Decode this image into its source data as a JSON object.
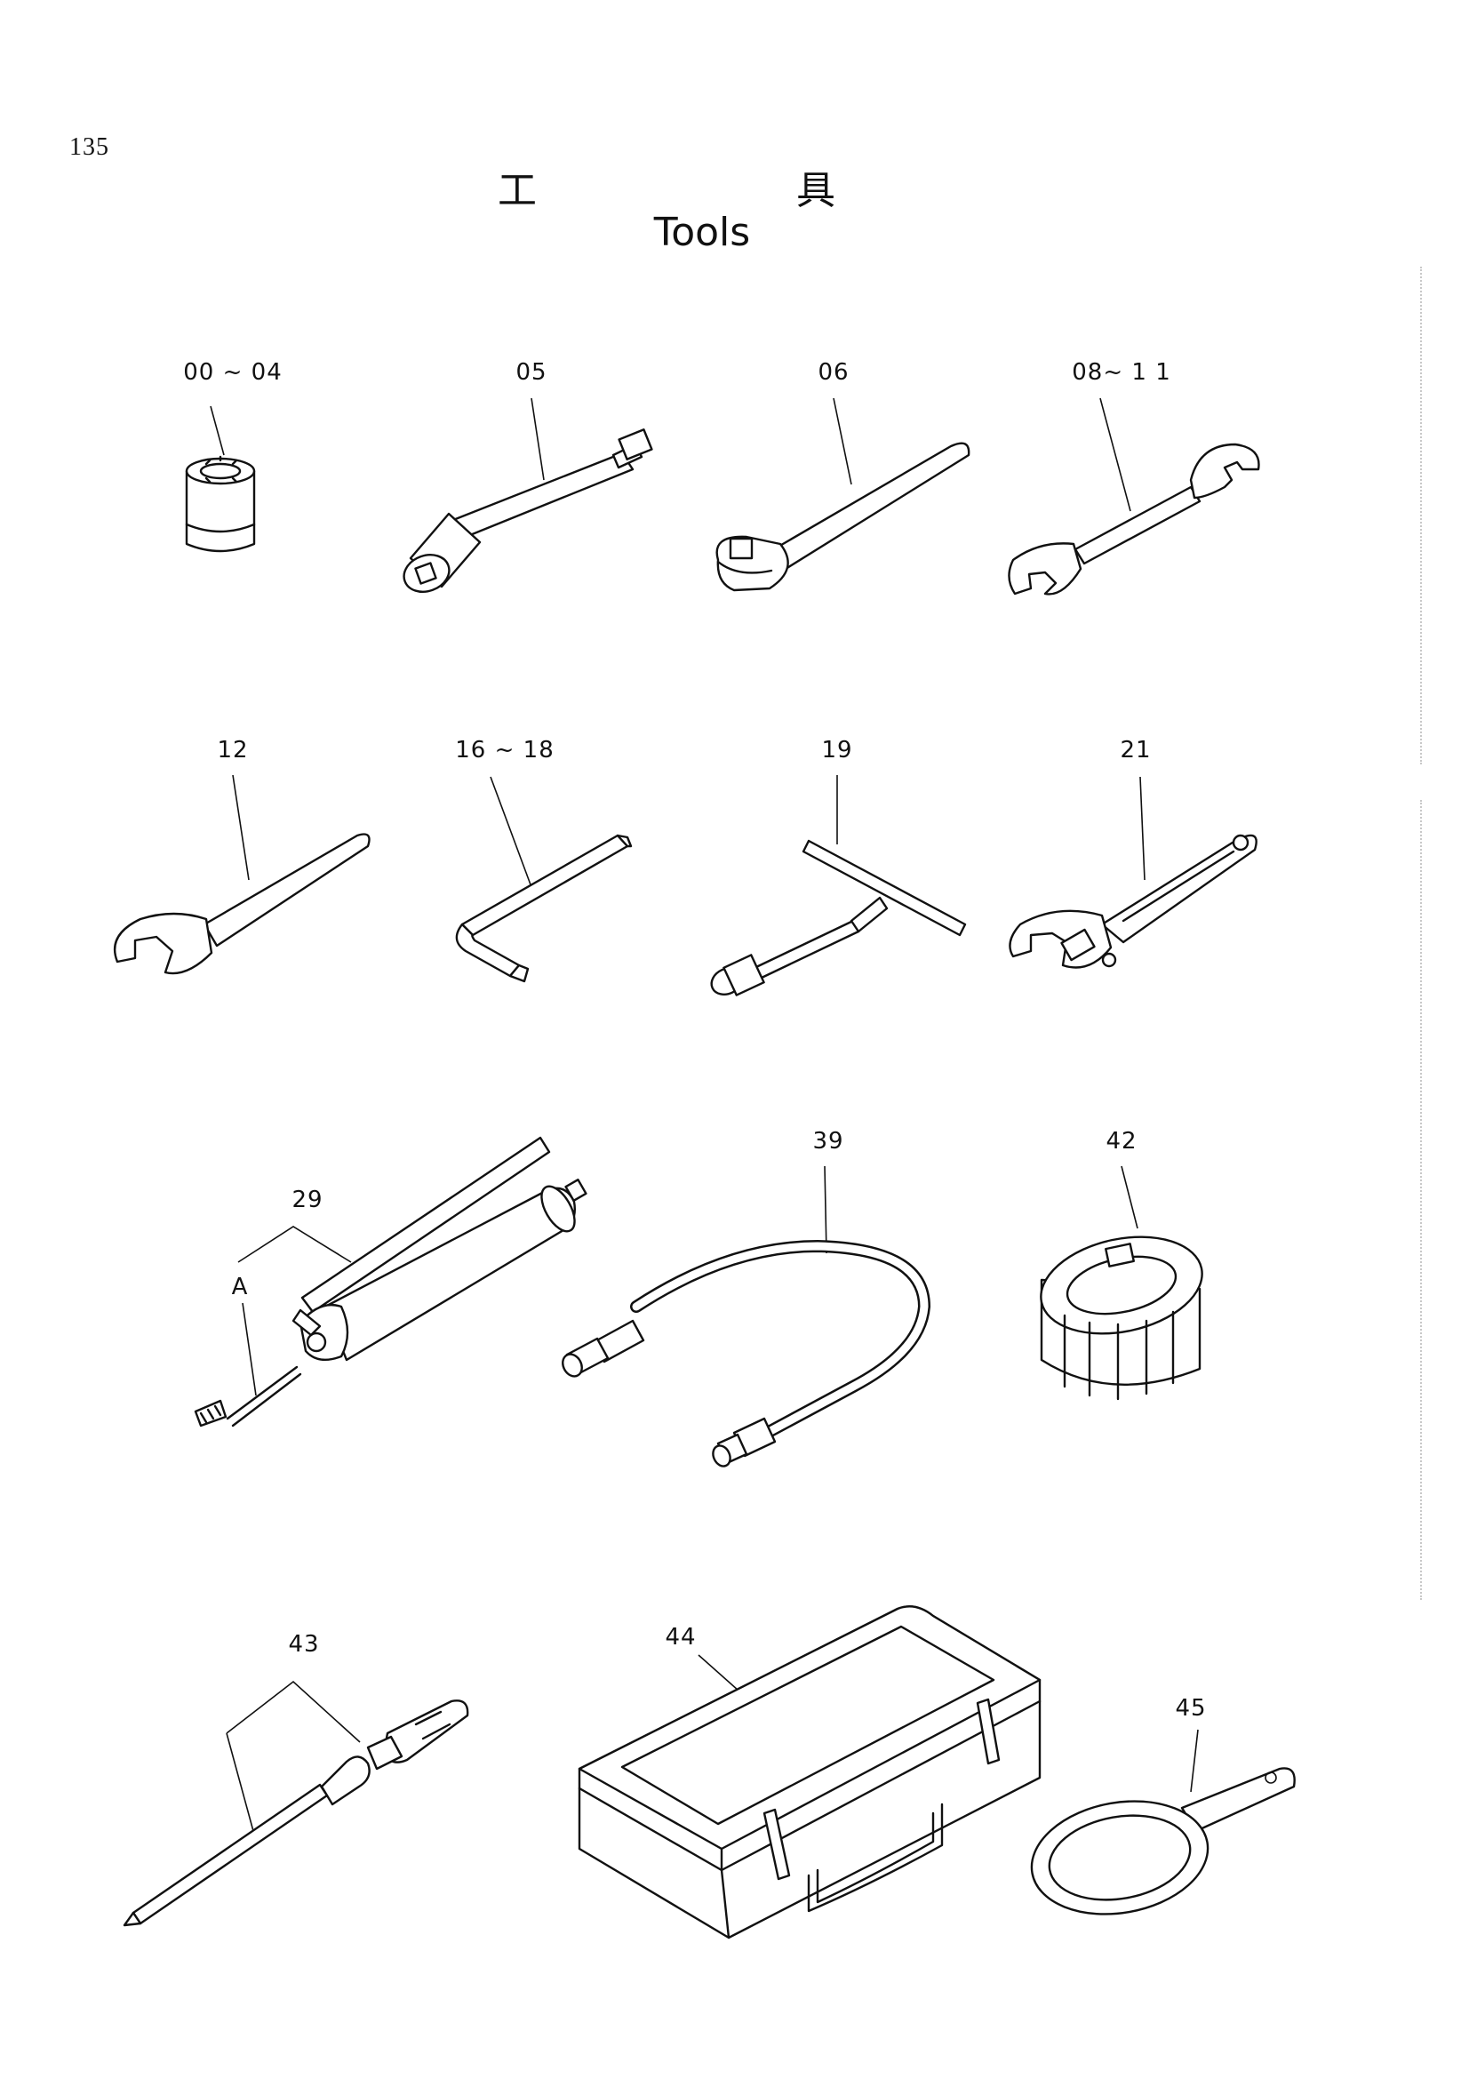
{
  "page": {
    "number": "135",
    "title_jp_chars": [
      "工",
      "具"
    ],
    "title_en": "Tools"
  },
  "parts": [
    {
      "label": "00 ~ 04",
      "icon": "socket-icon"
    },
    {
      "label": "05",
      "icon": "extension-bar-icon"
    },
    {
      "label": "06",
      "icon": "ratchet-handle-icon"
    },
    {
      "label": "08~ 1 1",
      "icon": "double-open-wrench-icon"
    },
    {
      "label": "12",
      "icon": "single-open-wrench-icon"
    },
    {
      "label": "16 ~  18",
      "icon": "hex-key-icon"
    },
    {
      "label": "19",
      "icon": "t-handle-wrench-icon"
    },
    {
      "label": "21",
      "icon": "adjustable-wrench-icon"
    },
    {
      "label": "29",
      "icon": "grease-gun-icon"
    },
    {
      "label": "A",
      "icon": "grease-gun-nozzle-icon"
    },
    {
      "label": "39",
      "icon": "grease-hose-icon"
    },
    {
      "label": "42",
      "icon": "filter-wrench-cup-icon"
    },
    {
      "label": "43",
      "icon": "screwdriver-icon"
    },
    {
      "label": "44",
      "icon": "tool-box-icon"
    },
    {
      "label": "45",
      "icon": "ring-spanner-icon"
    }
  ]
}
